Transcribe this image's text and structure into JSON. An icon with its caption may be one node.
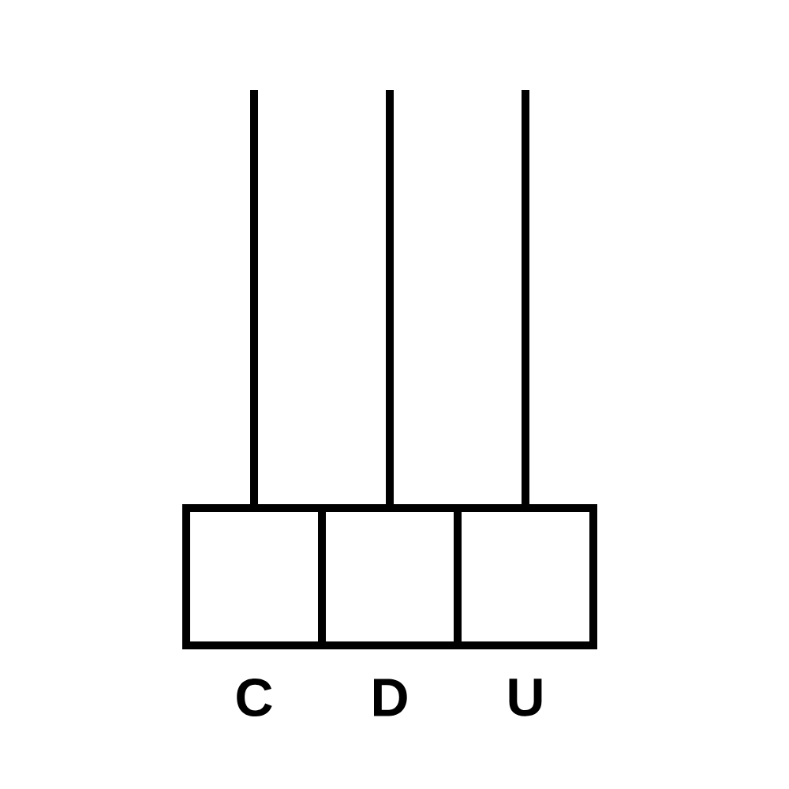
{
  "diagram": {
    "nodes": [
      {
        "text": [
          "C"
        ]
      },
      {
        "text": [
          "D"
        ]
      },
      {
        "text": [
          "U"
        ]
      }
    ]
  }
}
